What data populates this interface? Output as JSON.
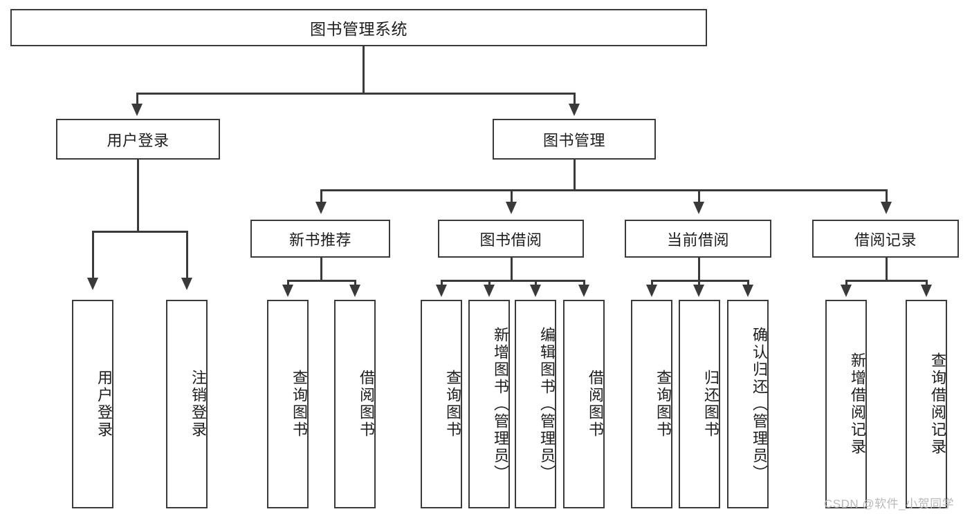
{
  "diagram": {
    "type": "tree-hierarchy",
    "title": "图书管理系统",
    "root": {
      "label": "图书管理系统"
    },
    "level1": [
      {
        "label": "用户登录"
      },
      {
        "label": "图书管理"
      }
    ],
    "level2": [
      {
        "label": "新书推荐"
      },
      {
        "label": "图书借阅"
      },
      {
        "label": "当前借阅"
      },
      {
        "label": "借阅记录"
      }
    ],
    "leaves": {
      "user_login": [
        {
          "label": "用户登录"
        },
        {
          "label": "注销登录"
        }
      ],
      "new_book_recommend": [
        {
          "label": "查询图书"
        },
        {
          "label": "借阅图书"
        }
      ],
      "book_borrow": [
        {
          "label": "查询图书"
        },
        {
          "label": "新增图书（管理员）"
        },
        {
          "label": "编辑图书（管理员）"
        },
        {
          "label": "借阅图书"
        }
      ],
      "current_borrow": [
        {
          "label": "查询图书"
        },
        {
          "label": "归还图书"
        },
        {
          "label": "确认归还（管理员）"
        }
      ],
      "borrow_record": [
        {
          "label": "新增借阅记录"
        },
        {
          "label": "查询借阅记录"
        }
      ]
    },
    "watermark": "CSDN @软件_小贺同学",
    "colors": {
      "line": "#3a3a3a",
      "text": "#1d1d1d",
      "background": "#ffffff",
      "watermark": "#b9b9b9"
    }
  }
}
